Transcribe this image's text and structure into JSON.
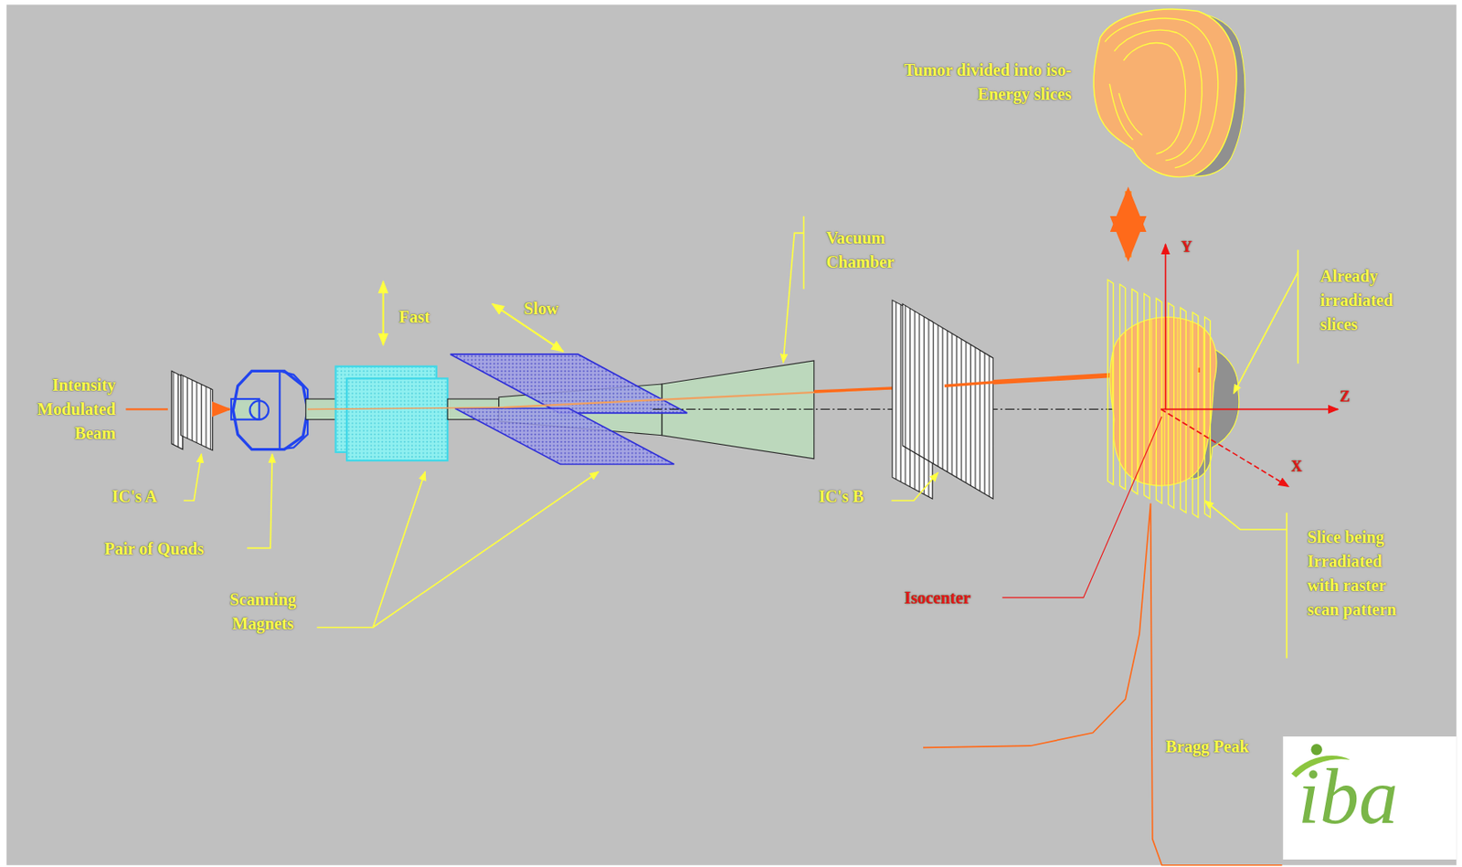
{
  "diagram": {
    "labels": [
      "Intensity Modulated Beam",
      "IC's A",
      "Pair of Quads",
      "Scanning Magnets",
      "Fast",
      "Slow",
      "Vacuum Chamber",
      "IC's B",
      "Isocenter",
      "Tumor divided into iso-Energy slices",
      "Y",
      "Z",
      "X",
      "Already irradiated slices",
      "Slice being Irradiated with raster scan pattern",
      "Bragg Peak",
      "iba"
    ]
  }
}
